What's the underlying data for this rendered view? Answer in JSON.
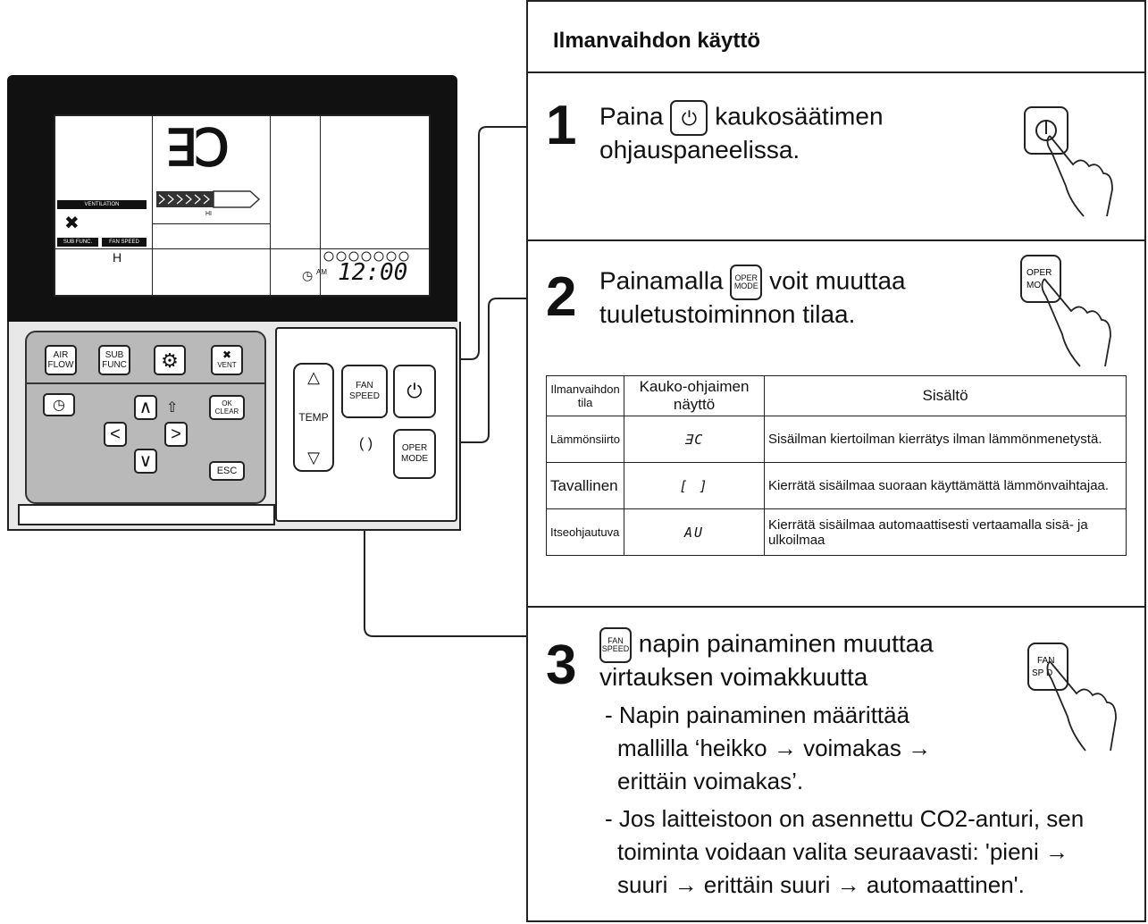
{
  "remote": {
    "lcd": {
      "mode_symbol": "ꓱꓛ",
      "ventilation_tag": "VENTILATION",
      "sub_func_tag": "SUB FUNC.",
      "fan_speed_tag": "FAN SPEED",
      "fan_level": "H",
      "hi_label": "HI",
      "am_label": "AM",
      "clock": "12:00"
    },
    "keys": {
      "air_flow": "AIR\nFLOW",
      "sub_func": "SUB\nFUNC",
      "vent": "VENT",
      "ok_clear_top": "OK",
      "ok_clear_bottom": "CLEAR",
      "esc": "ESC",
      "fan_speed_top": "FAN",
      "fan_speed_bottom": "SPEED",
      "temp": "TEMP",
      "oper_top": "OPER",
      "oper_bottom": "MODE"
    }
  },
  "instructions": {
    "title": "Ilmanvaihdon käyttö",
    "step1": {
      "number": "1",
      "text_a": "Paina",
      "text_b": "kaukosäätimen",
      "text_c": "ohjauspaneelissa."
    },
    "step2": {
      "number": "2",
      "text_a": "Painamalla",
      "text_b": "voit muuttaa",
      "text_c": "tuuletustoiminnon tilaa."
    },
    "table": {
      "headers": [
        "Ilmanvaihdon tila",
        "Kauko-ohjaimen näyttö",
        "Sisältö"
      ],
      "rows": [
        {
          "mode": "Lämmönsiirto",
          "display": "ꓱC",
          "content": "Sisäilman kiertoilman kierrätys ilman lämmönmenetystä."
        },
        {
          "mode": "Tavallinen",
          "display": "[ ]",
          "content": "Kierrätä sisäilmaa suoraan käyttämättä lämmönvaihtajaa."
        },
        {
          "mode": "Itseohjautuva",
          "display": "AU",
          "content": "Kierrätä sisäilmaa automaattisesti vertaamalla sisä- ja ulkoilmaa"
        }
      ]
    },
    "step3": {
      "number": "3",
      "text_a": "napin painaminen muuttaa",
      "text_b": "virtauksen voimakkuutta",
      "note1_l1": "- Napin painaminen määrittää",
      "note1_l2": "mallilla ‘heikko → voimakas →",
      "note1_l3": "erittäin voimakas’.",
      "note2_l1": "- Jos laitteistoon on asennettu CO2-anturi, sen",
      "note2_l2": "toiminta voidaan valita seuraavasti: 'pieni →",
      "note2_l3": "suuri → erittäin suuri → automaattinen'."
    }
  }
}
